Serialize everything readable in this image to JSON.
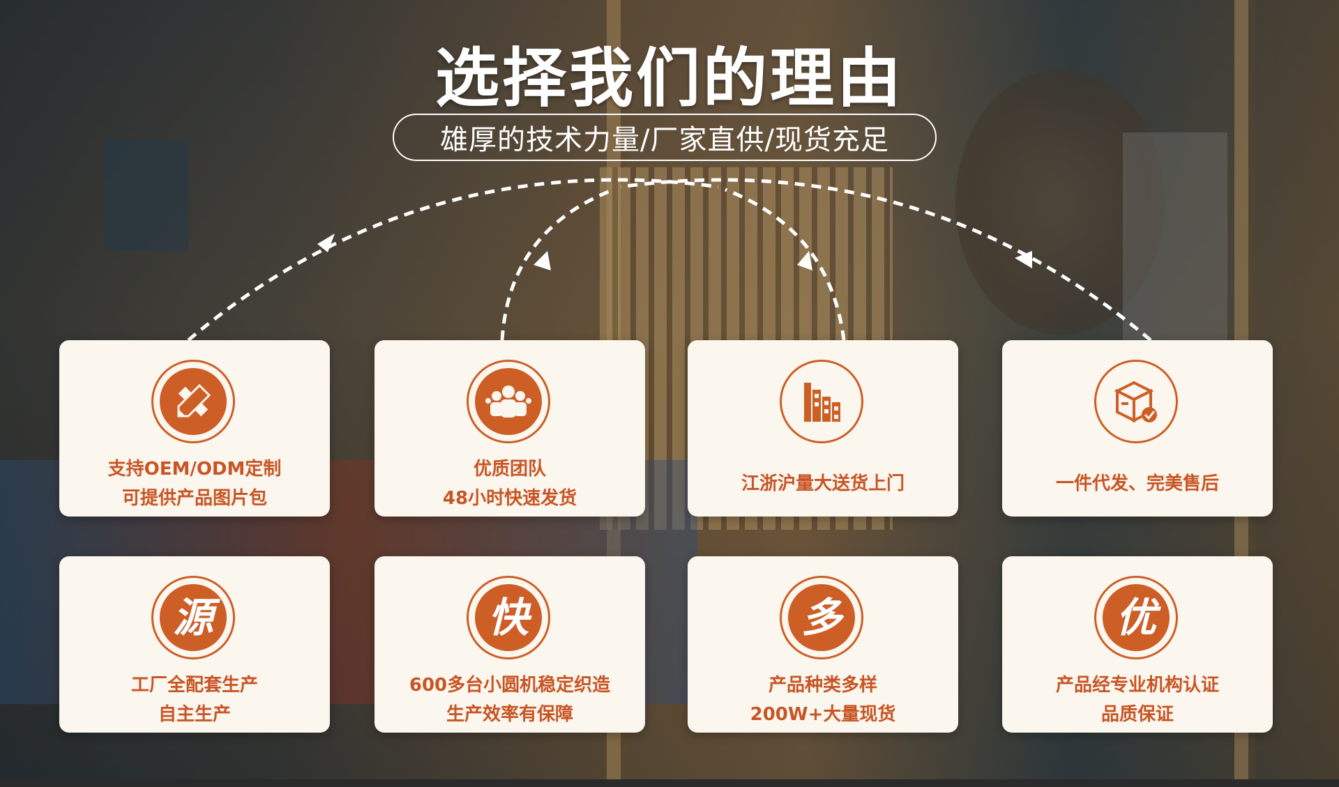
{
  "header": {
    "title": "选择我们的理由",
    "subtitle": "雄厚的技术力量/厂家直供/现货充足"
  },
  "colors": {
    "accent": "#cc5e26",
    "card_bg": "#fbf6ee",
    "text_accent": "#c85524"
  },
  "cards_top": [
    {
      "icon": "pencil-ruler-icon",
      "line1": "支持OEM/ODM定制",
      "line2": "可提供产品图片包"
    },
    {
      "icon": "team-icon",
      "line1": "优质团队",
      "line2": "48小时快速发货"
    },
    {
      "icon": "factory-building-icon",
      "line1": "江浙沪量大送货上门"
    },
    {
      "icon": "package-check-icon",
      "line1": "一件代发、完美售后"
    }
  ],
  "cards_bottom": [
    {
      "icon_char": "源",
      "line1": "工厂全配套生产",
      "line2": "自主生产"
    },
    {
      "icon_char": "快",
      "line1": "600多台小圆机稳定织造",
      "line2": "生产效率有保障"
    },
    {
      "icon_char": "多",
      "line1": "产品种类多样",
      "line2": "200W+大量现货"
    },
    {
      "icon_char": "优",
      "line1": "产品经专业机构认证",
      "line2": "品质保证"
    }
  ]
}
